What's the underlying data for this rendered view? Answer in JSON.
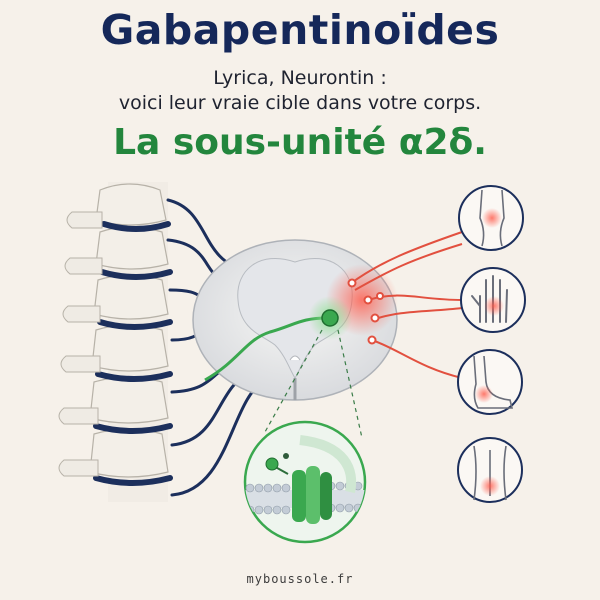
{
  "header": {
    "title": "Gabapentinoïdes",
    "subtitle_line1": "Lyrica, Neurontin :",
    "subtitle_line2": "voici leur vraie cible dans votre corps.",
    "highlight": "La sous-unité α2δ."
  },
  "footer": {
    "site": "myboussole.fr"
  },
  "colors": {
    "title": "#15285a",
    "highlight": "#23863d",
    "nerve_dark": "#1c2f5c",
    "pain_red": "#e2503f",
    "green_target": "#3aa84f",
    "background": "#f6f1ea"
  },
  "icons": [
    "knee-icon",
    "hand-icon",
    "foot-icon",
    "back-icon"
  ]
}
